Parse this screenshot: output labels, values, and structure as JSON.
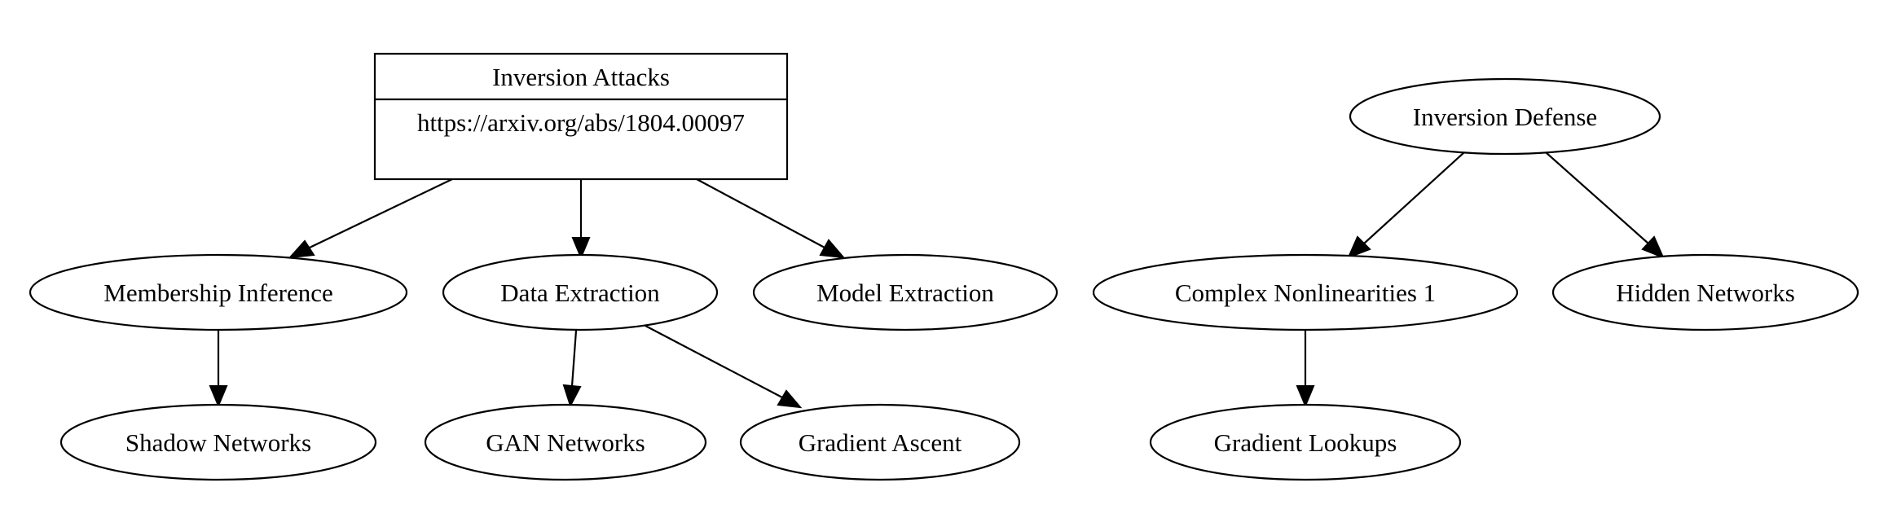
{
  "diagram": {
    "record": {
      "title": "Inversion Attacks",
      "url": "https://arxiv.org/abs/1804.00097"
    },
    "nodes": {
      "membership_inference": "Membership Inference",
      "data_extraction": "Data Extraction",
      "model_extraction": "Model Extraction",
      "shadow_networks": "Shadow Networks",
      "gan_networks": "GAN Networks",
      "gradient_ascent": "Gradient Ascent",
      "inversion_defense": "Inversion Defense",
      "complex_nonlinearities": "Complex Nonlinearities 1",
      "hidden_networks": "Hidden Networks",
      "gradient_lookups": "Gradient Lookups"
    },
    "edges": [
      {
        "from": "Inversion Attacks",
        "to": "Membership Inference"
      },
      {
        "from": "Inversion Attacks",
        "to": "Data Extraction"
      },
      {
        "from": "Inversion Attacks",
        "to": "Model Extraction"
      },
      {
        "from": "Membership Inference",
        "to": "Shadow Networks"
      },
      {
        "from": "Data Extraction",
        "to": "GAN Networks"
      },
      {
        "from": "Data Extraction",
        "to": "Gradient Ascent"
      },
      {
        "from": "Inversion Defense",
        "to": "Complex Nonlinearities 1"
      },
      {
        "from": "Inversion Defense",
        "to": "Hidden Networks"
      },
      {
        "from": "Complex Nonlinearities 1",
        "to": "Gradient Lookups"
      }
    ]
  }
}
